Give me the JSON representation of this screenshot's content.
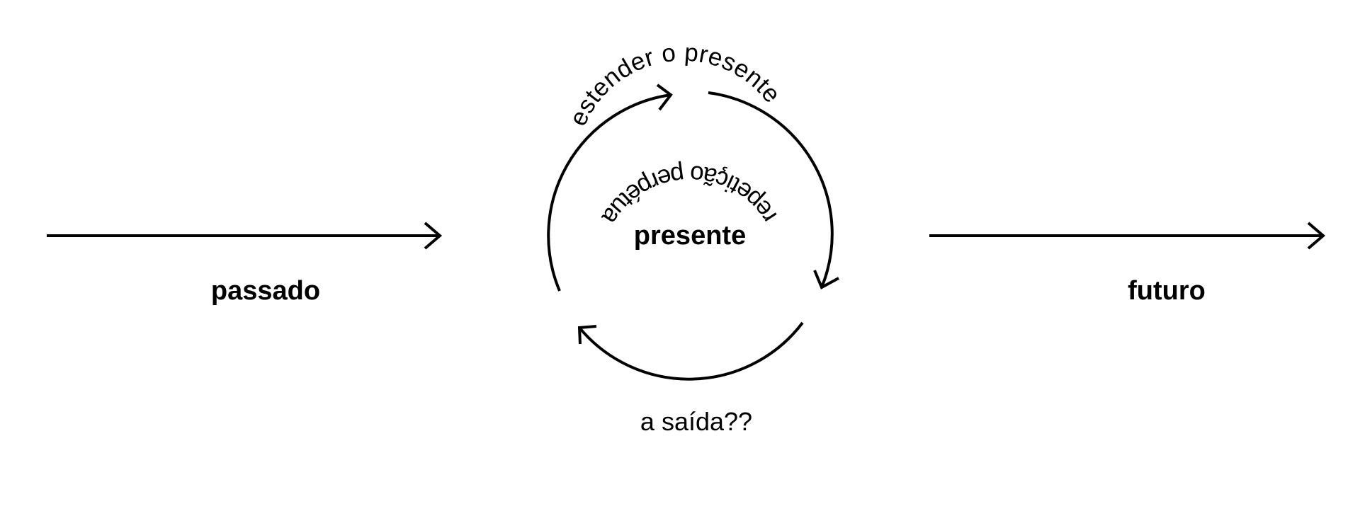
{
  "labels": {
    "past": "passado",
    "present": "presente",
    "future": "futuro",
    "exit": "a saída??"
  },
  "cycle": {
    "top_text": "estender o presente",
    "bottom_text": "repetição perpétua"
  },
  "colors": {
    "ink": "#000000",
    "background": "#ffffff"
  }
}
